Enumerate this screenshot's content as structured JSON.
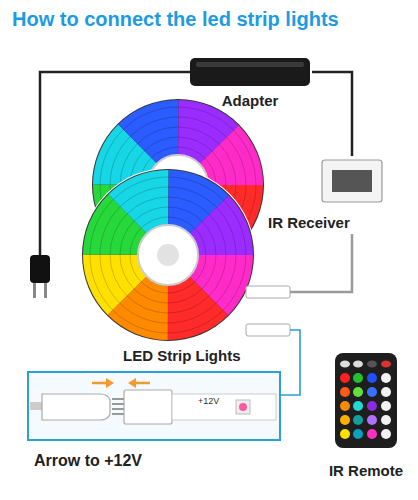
{
  "diagram": {
    "title": "How to connect the led strip lights",
    "nodes": [
      {
        "text": [
          "Adapter"
        ]
      },
      {
        "text": [
          "IR Receiver"
        ]
      },
      {
        "text": [
          "LED Strip Lights"
        ]
      },
      {
        "text": [
          "IR Remote"
        ]
      },
      {
        "text": [
          "+12V",
          "Arrow to +12V"
        ]
      }
    ],
    "edges": [
      {
        "from": 0,
        "to": 1,
        "arrow": "none"
      },
      {
        "from": 1,
        "to": 2,
        "arrow": "none"
      },
      {
        "from": 2,
        "to": 4,
        "arrow": "none"
      }
    ]
  }
}
